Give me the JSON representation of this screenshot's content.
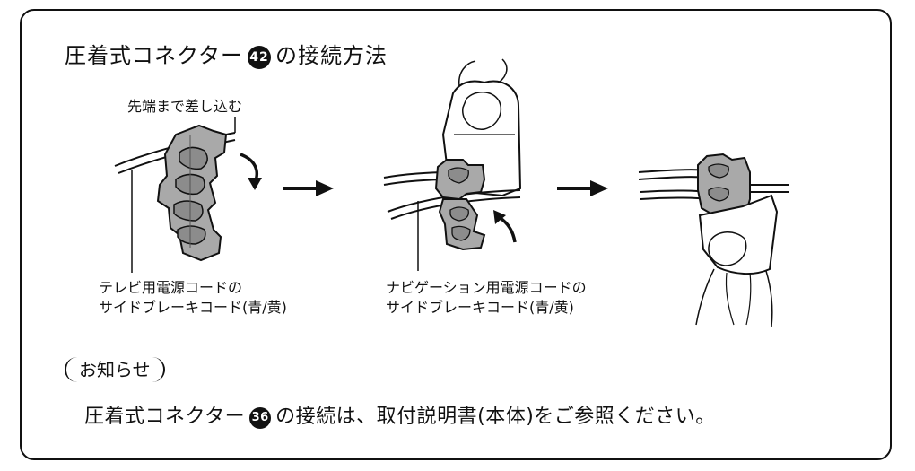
{
  "title": {
    "text_before": "圧着式コネクター",
    "badge": "42",
    "text_after": "の接続方法"
  },
  "steps": {
    "step1_callout": "先端まで差し込む",
    "step1_caption_line1": "テレビ用電源コードの",
    "step1_caption_line2": "サイドブレーキコード(青/黄)",
    "step2_caption_line1": "ナビゲーション用電源コードの",
    "step2_caption_line2": "サイドブレーキコード(青/黄)"
  },
  "notice": {
    "label": "お知らせ",
    "text_before": "圧着式コネクター",
    "badge": "36",
    "text_after": "の接続は、取付説明書(本体)をご参照ください。"
  },
  "colors": {
    "border": "#111111",
    "connector_gray": "#a9a9a9",
    "connector_dark": "#7a7a7a"
  }
}
